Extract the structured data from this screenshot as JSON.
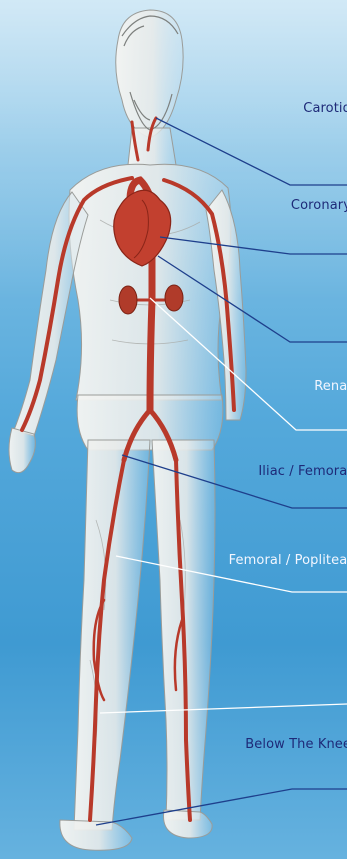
{
  "labels": {
    "carotid": "Carotid",
    "coronary": "Coronary",
    "renal": "Renal",
    "iliac_femoral": "Iliac / Femoral",
    "femoral_popliteal": "Femoral / Popliteal",
    "below_the_knee": "Below The Knee"
  },
  "colors": {
    "background": "#4ea6da",
    "artery": "#b8392a",
    "heart": "#c2402f",
    "kidney": "#b03b2a",
    "leader_line_dark": "#1e3f8c",
    "leader_line_light": "#ffffff",
    "label_dark": "#1e2a78",
    "label_light": "#f2f6ff"
  }
}
